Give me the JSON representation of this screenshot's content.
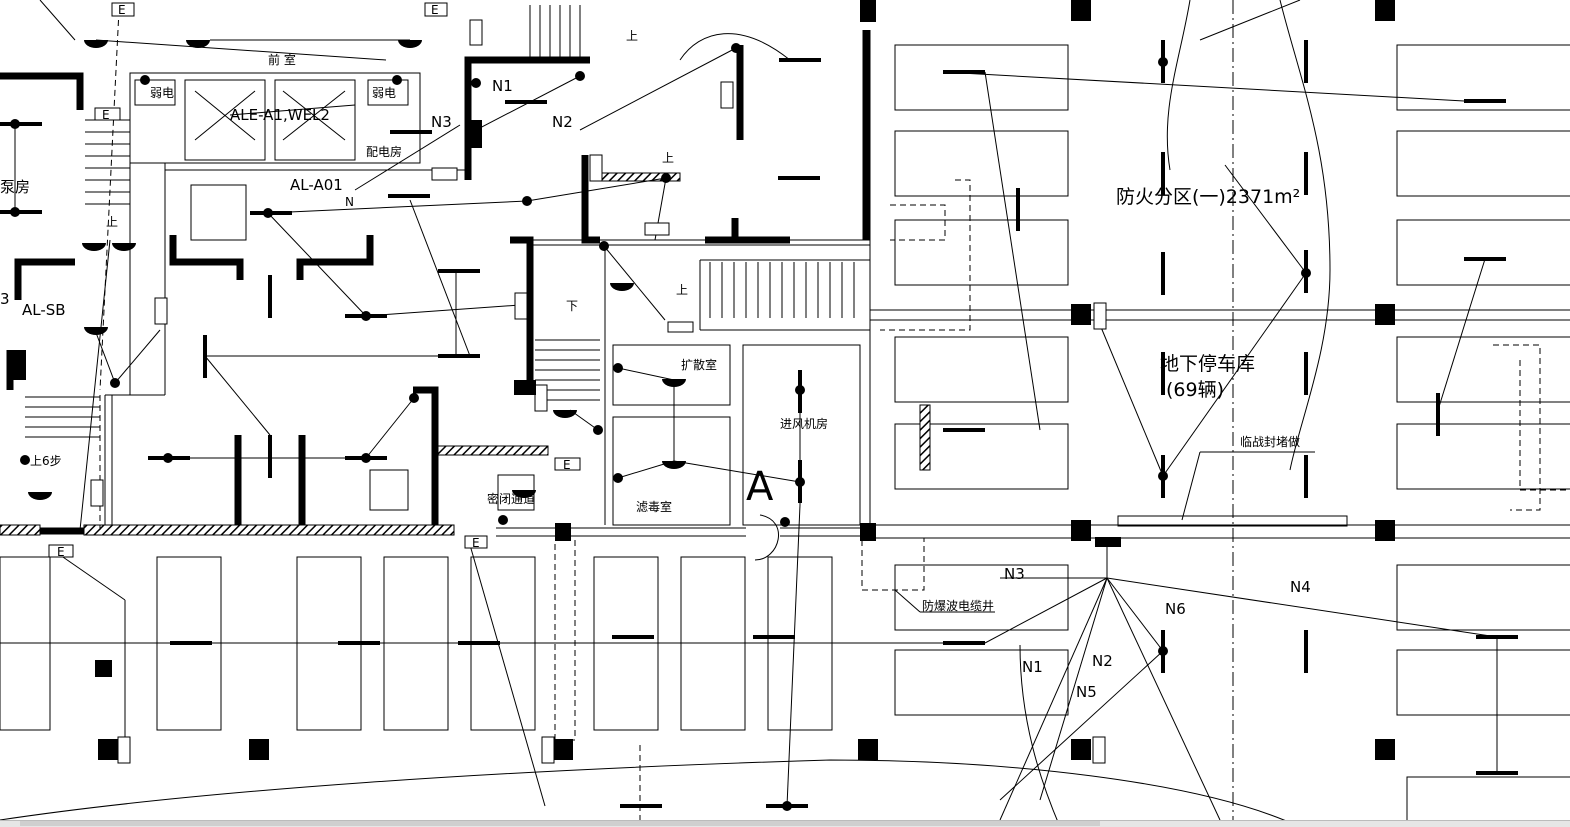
{
  "drawing": {
    "rooms": {
      "front_room": "前 室",
      "weak_elec_1": "弱电",
      "weak_elec_2": "弱电",
      "power_room": "配电房",
      "pump_room": "泵房",
      "diffusion_room": "扩散室",
      "filter_room": "滤毒室",
      "air_intake_room": "进风机房",
      "airtight_passage": "密闭通道",
      "cable_shaft": "防爆波电缆井",
      "wartime_block": "临战封堵做"
    },
    "zone": {
      "fire_zone": "防火分区(一)2371m²",
      "parking": "地下停车库",
      "parking_count": "(69辆)"
    },
    "panels": {
      "ale": "ALE-A1,WEL2",
      "al_a01": "AL-A01",
      "al_sb": "AL-SB",
      "e_marks": [
        "E",
        "E",
        "E",
        "E",
        "E",
        "E"
      ],
      "section_a": "A"
    },
    "circuits": {
      "top": [
        "N1",
        "N2",
        "N3"
      ],
      "bottom": [
        "N3",
        "N4",
        "N6",
        "N1",
        "N2",
        "N5"
      ],
      "n_mark": "N",
      "left_3": "3"
    },
    "stairs": {
      "up": "上",
      "down": "下",
      "up_6": "上6步"
    }
  }
}
